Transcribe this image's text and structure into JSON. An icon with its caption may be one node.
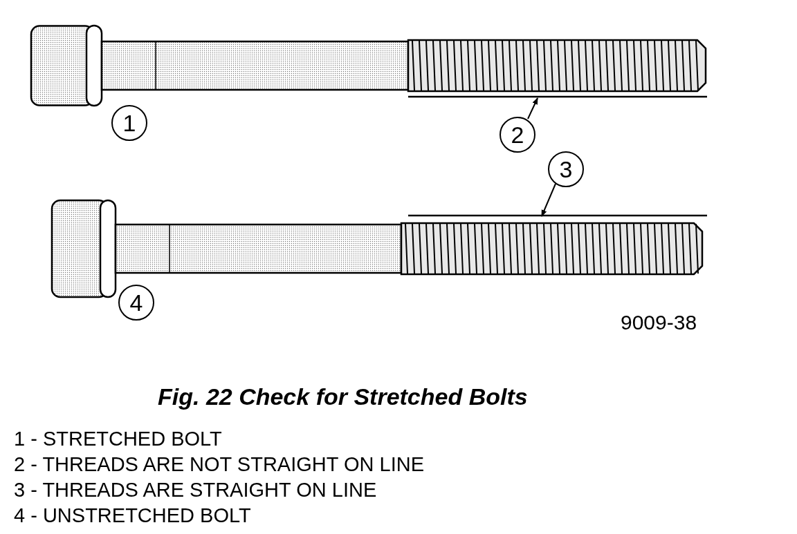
{
  "diagram": {
    "caption": "Fig. 22 Check for Stretched Bolts",
    "nodes": [
      {
        "text": [
          "1"
        ]
      },
      {
        "text": [
          "2"
        ]
      },
      {
        "text": [
          "3"
        ]
      },
      {
        "text": [
          "4"
        ]
      },
      {
        "text": [],
        "shape": "line"
      },
      {
        "text": [],
        "shape": "line"
      }
    ],
    "edges": [
      {
        "from": 1,
        "to": 4,
        "arrow": "to"
      },
      {
        "from": 2,
        "to": 5,
        "arrow": "to"
      }
    ],
    "labels": [
      "9009-38",
      "1 - STRETCHED BOLT",
      "2 - THREADS ARE NOT STRAIGHT ON LINE",
      "3 - THREADS ARE STRAIGHT ON LINE",
      "4 - UNSTRETCHED BOLT"
    ]
  }
}
